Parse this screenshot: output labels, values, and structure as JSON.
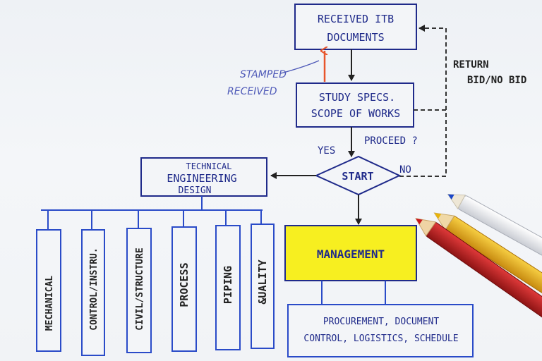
{
  "diagram": {
    "nodes": {
      "received_itb": {
        "line1": "RECEIVED ITB",
        "line2": "DOCUMENTS"
      },
      "study_specs": {
        "line1": "STUDY SPECS.",
        "line2": "SCOPE OF WORKS"
      },
      "start": "START",
      "technical": {
        "line1": "TECHNICAL",
        "line2": "ENGINEERING",
        "line3": "DESIGN"
      },
      "management": "MANAGEMENT",
      "procurement": {
        "line1": "PROCUREMENT, DOCUMENT",
        "line2": "CONTROL, LOGISTICS, SCHEDULE"
      }
    },
    "disciplines": [
      "MECHANICAL",
      "CONTROL/INSTRU.",
      "CIVIL/STRUCTURE",
      "PROCESS",
      "PIPING",
      "&UALITY"
    ],
    "labels": {
      "stamped": "STAMPED",
      "received": "RECEIVED",
      "return_bid": "RETURN",
      "return_bid2": "BID/NO BID",
      "proceed": "PROCEED ?",
      "yes": "YES",
      "no": "NO"
    },
    "colors": {
      "ink_blue": "#1f2a8a",
      "box_line": "#2a4bc8",
      "arrow_orange": "#e8552b",
      "highlight_yellow": "#f7ef20",
      "paper": "#eef1f5"
    },
    "pencils": [
      "blue-white pencil",
      "yellow pencil",
      "red pencil"
    ]
  }
}
